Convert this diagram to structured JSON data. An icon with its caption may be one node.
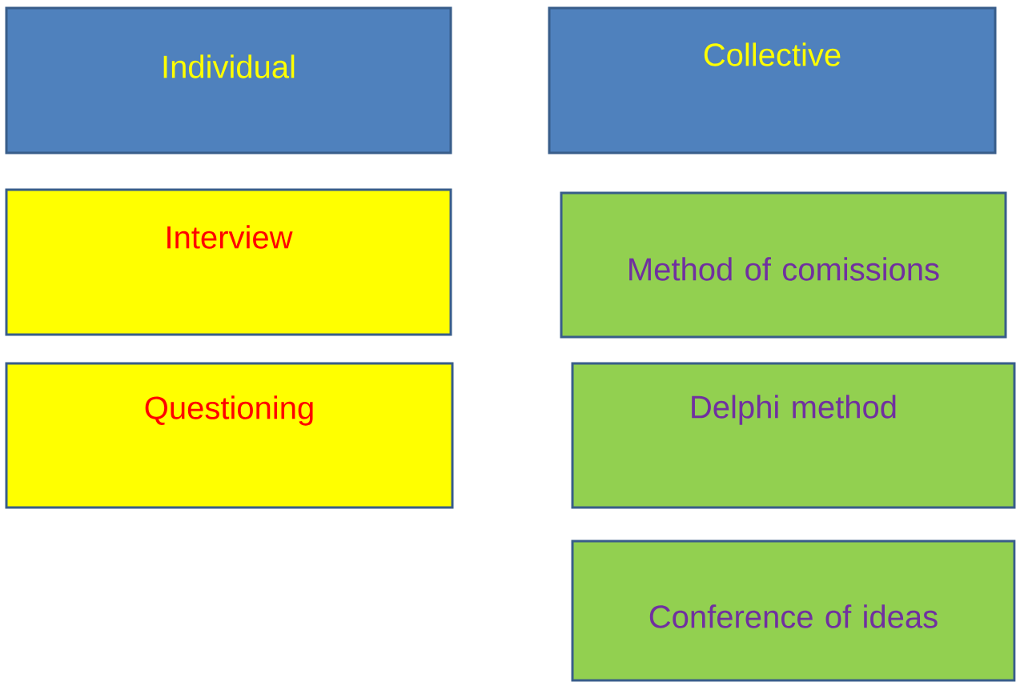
{
  "diagram": {
    "nodes": [
      {
        "text": [
          "Individual"
        ]
      },
      {
        "text": [
          "Collective"
        ]
      },
      {
        "text": [
          "Interview"
        ]
      },
      {
        "text": [
          "Method of comissions"
        ]
      },
      {
        "text": [
          "Questioning"
        ]
      },
      {
        "text": [
          "Delphi method"
        ]
      },
      {
        "text": [
          "Conference of ideas"
        ]
      }
    ]
  }
}
